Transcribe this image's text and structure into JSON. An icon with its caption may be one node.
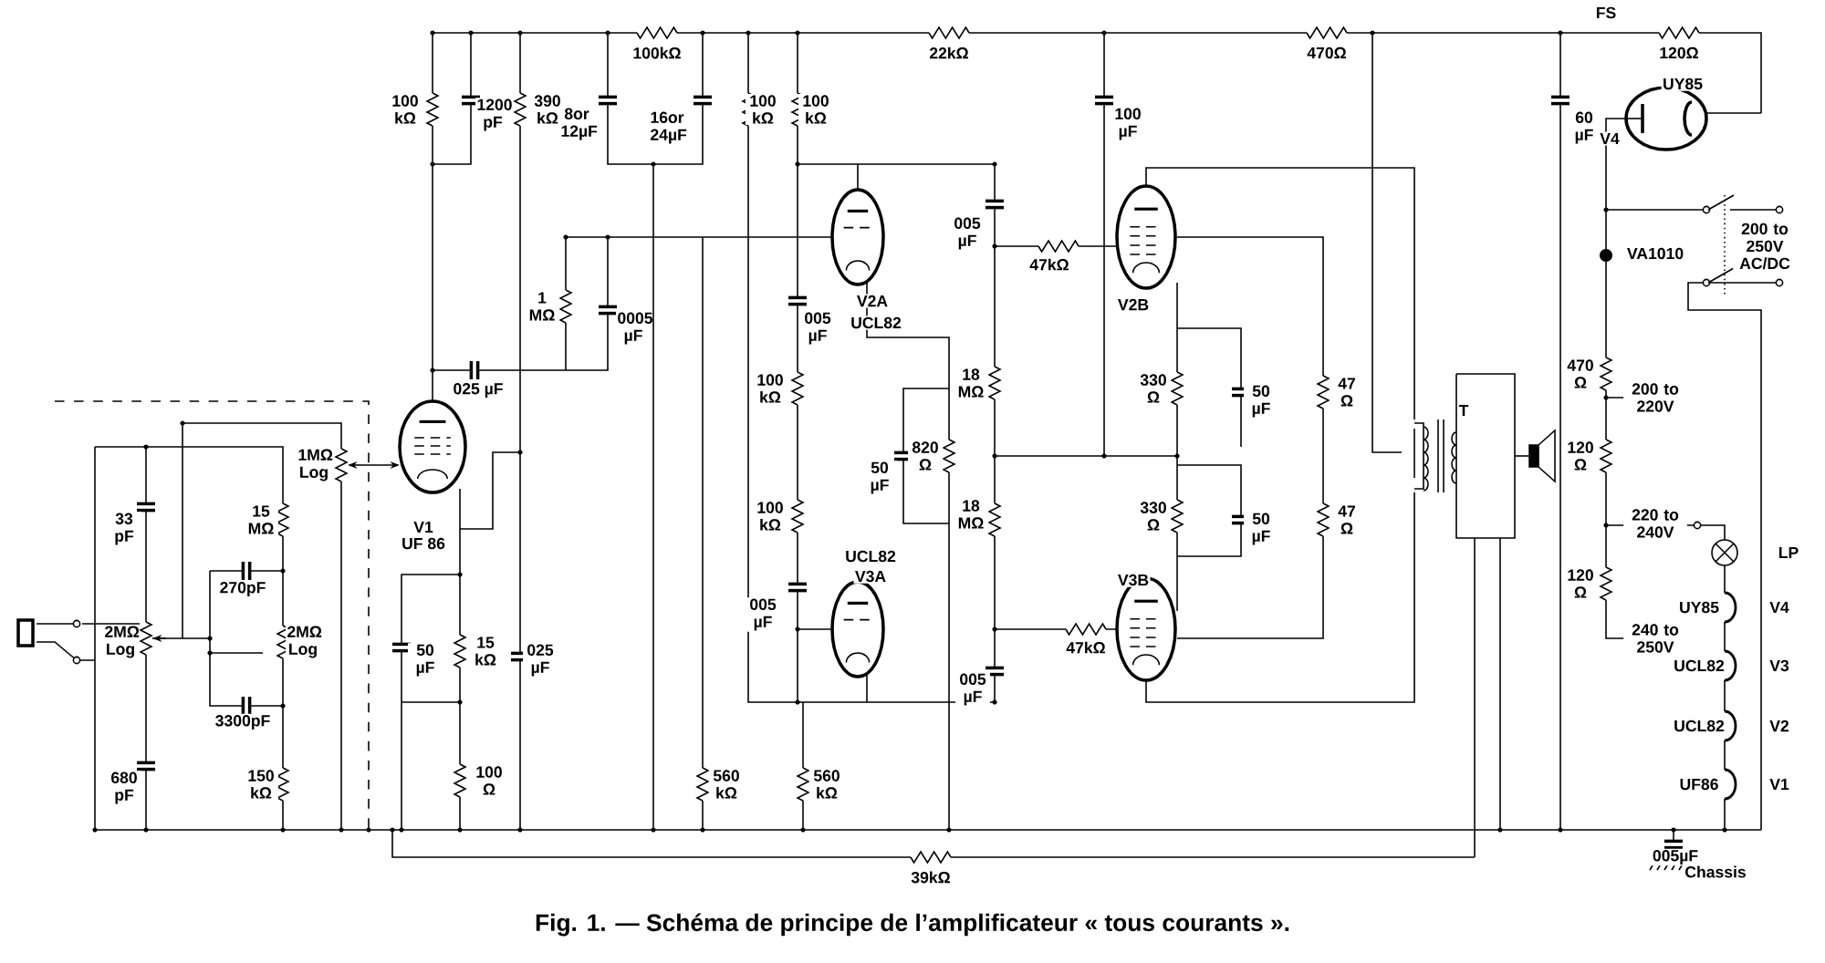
{
  "diagram": {
    "caption": "Fig. 1. — Schéma de principe de l’amplificateur « tous courants ».",
    "labels": [
      "100kΩ",
      "22kΩ",
      "470Ω",
      "FS",
      "120Ω",
      "UY85",
      "100 kΩ",
      "1200 pF",
      "390 kΩ",
      "8or 12µF",
      "16or 24µF",
      "100 kΩ",
      "100 kΩ",
      "100 µF",
      "60 µF",
      "V4",
      "005 µF",
      "VA1010",
      "200 to 250V AC/DC",
      "47kΩ",
      "V2A",
      "V2B",
      "1 MΩ",
      "0005 µF",
      "005 µF",
      "UCL82",
      "025 µF",
      "470 Ω",
      "100 kΩ",
      "18 MΩ",
      "330 Ω",
      "50 µF",
      "47 Ω",
      "T",
      "200 to 220V",
      "1MΩ Log",
      "820 Ω",
      "50 µF",
      "120 Ω",
      "33 pF",
      "15 MΩ",
      "V1",
      "100 kΩ",
      "18 MΩ",
      "330 Ω",
      "50 µF",
      "47 Ω",
      "220 to 240V",
      "UF 86",
      "UCL82",
      "LP",
      "V3A",
      "V3B",
      "120 Ω",
      "270pF",
      "UY85",
      "V4",
      "005 µF",
      "2MΩ Log",
      "2MΩ Log",
      "240 to 250V",
      "47kΩ",
      "50 µF",
      "15 kΩ",
      "025 µF",
      "UCL82",
      "V3",
      "005 µF",
      "3300pF",
      "UCL82",
      "V2",
      "680 pF",
      "150 kΩ",
      "100 Ω",
      "560 kΩ",
      "560 kΩ",
      "UF86",
      "V1",
      "005µF",
      "Chassis",
      "39kΩ"
    ]
  }
}
